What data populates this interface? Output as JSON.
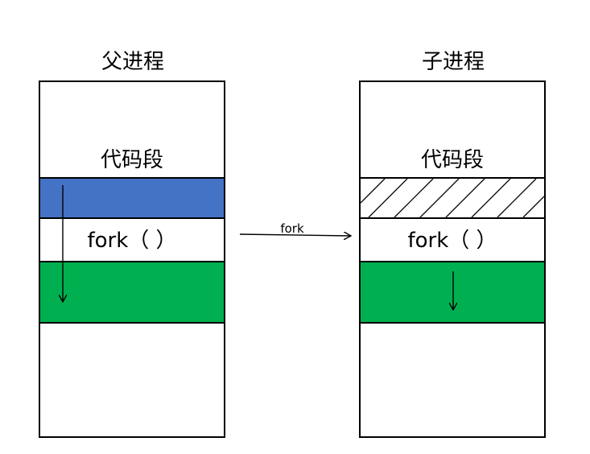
{
  "parent": {
    "title": "父进程",
    "code_segment": "代码段",
    "fork_call": "fork（ ）"
  },
  "child": {
    "title": "子进程",
    "code_segment": "代码段",
    "fork_call": "fork（ ）"
  },
  "arrow_label": "fork",
  "colors": {
    "executed_band": "#4472C4",
    "data_band": "#00B050",
    "border": "#000000"
  }
}
